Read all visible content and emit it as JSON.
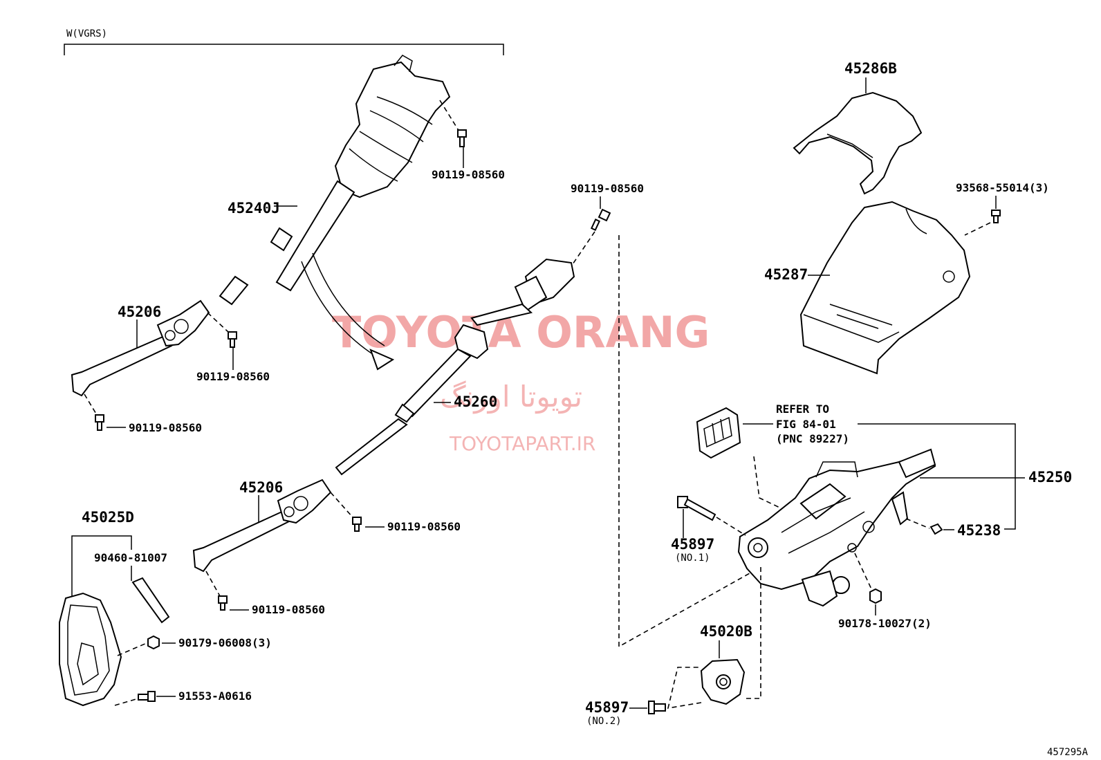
{
  "header": {
    "variant_label": "W(VGRS)"
  },
  "watermark": {
    "brand": "TOYOTA ORANG",
    "brand_persian": "تویوتا اورنگ",
    "site": "TOYOTAPART.IR"
  },
  "diagram_id": "457295A",
  "parts": {
    "p45240j": "45240J",
    "p90119_top": "90119-08560",
    "p45206_a": "45206",
    "p90119_a1": "90119-08560",
    "p90119_a2": "90119-08560",
    "p90119_mid": "90119-08560",
    "p45260": "45260",
    "p45206_b": "45206",
    "p90119_b1": "90119-08560",
    "p90119_b2": "90119-08560",
    "p45025d": "45025D",
    "p90460": "90460-81007",
    "p90179": "90179-06008(3)",
    "p91553": "91553-A0616",
    "p45286b": "45286B",
    "p93568": "93568-55014(3)",
    "p45287": "45287",
    "refer_line1": "REFER TO",
    "refer_line2": "FIG 84-01",
    "refer_line3": "(PNC 89227)",
    "p45250": "45250",
    "p45238": "45238",
    "p45897_1": "45897",
    "p45897_1_note": "(NO.1)",
    "p90178": "90178-10027(2)",
    "p45020b": "45020B",
    "p45897_2": "45897",
    "p45897_2_note": "(NO.2)"
  }
}
